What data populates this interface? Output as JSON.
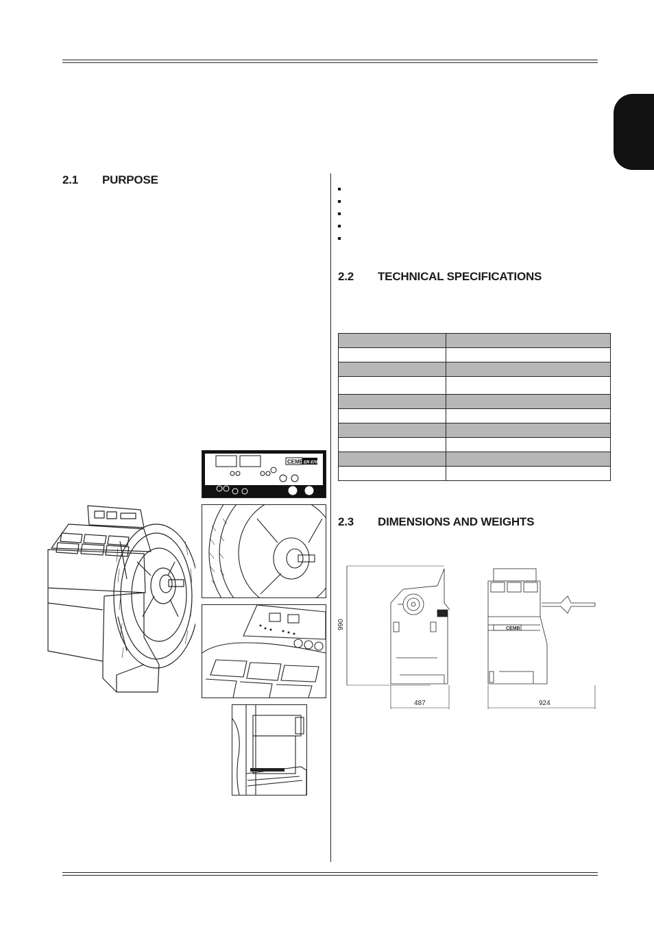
{
  "sections": {
    "purpose": {
      "number": "2.1",
      "title": "PURPOSE"
    },
    "technical": {
      "number": "2.2",
      "title": "TECHNICAL SPECIFICATIONS"
    },
    "dimensions": {
      "number": "2.3",
      "title": "DIMENSIONS AND WEIGHTS"
    }
  },
  "bullets": [
    "",
    "",
    "",
    "",
    ""
  ],
  "spec_table": {
    "rows": [
      {
        "label": "",
        "value": "",
        "shaded": true
      },
      {
        "label": "",
        "value": "",
        "shaded": false
      },
      {
        "label": "",
        "value": "",
        "shaded": true
      },
      {
        "label": "",
        "value": "",
        "shaded": false,
        "tall": true
      },
      {
        "label": "",
        "value": "",
        "shaded": true
      },
      {
        "label": "",
        "value": "",
        "shaded": false
      },
      {
        "label": "",
        "value": "",
        "shaded": true
      },
      {
        "label": "",
        "value": "",
        "shaded": false
      },
      {
        "label": "",
        "value": "",
        "shaded": true
      },
      {
        "label": "",
        "value": "",
        "shaded": false
      }
    ]
  },
  "control_panel": {
    "brand": "CEMB",
    "model": "ER 670"
  },
  "dimension_drawing": {
    "height_label": "990",
    "depth_label": "487",
    "width_label": "924"
  }
}
